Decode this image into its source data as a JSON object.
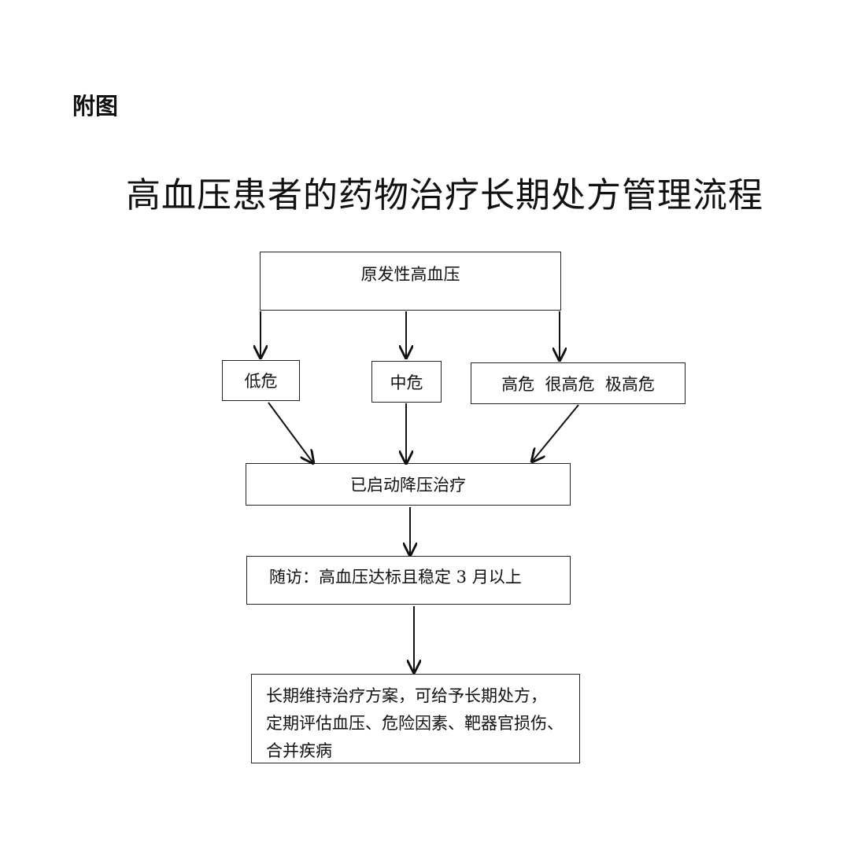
{
  "figure_label": "附图",
  "title": "高血压患者的药物治疗长期处方管理流程",
  "nodes": {
    "root": "原发性高血压",
    "low_risk": "低危",
    "mid_risk": "中危",
    "high_risk": "高危  很高危  极高危",
    "started": "已启动降压治疗",
    "follow_up": "随访：高血压达标且稳定 3 月以上",
    "long_term": "长期维持治疗方案，可给予长期处方，\n定期评估血压、危险因素、靶器官损伤、\n合并疾病"
  }
}
